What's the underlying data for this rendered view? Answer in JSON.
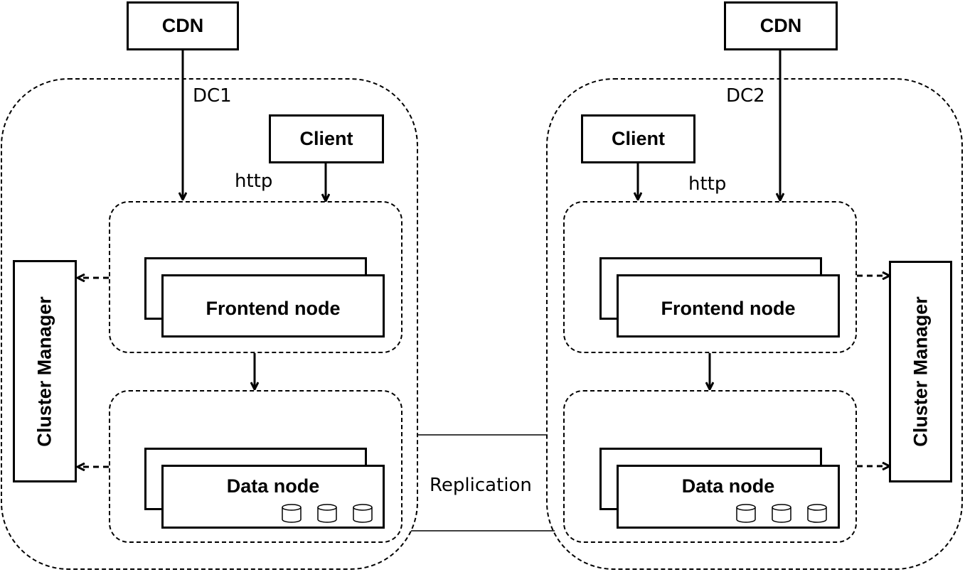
{
  "diagram": {
    "dc1": {
      "label": "DC1",
      "cdn": "CDN",
      "client": "Client",
      "http": "http",
      "frontend": "Frontend node",
      "data": "Data node",
      "cluster_manager": "Cluster Manager"
    },
    "dc2": {
      "label": "DC2",
      "cdn": "CDN",
      "client": "Client",
      "http": "http",
      "frontend": "Frontend node",
      "data": "Data node",
      "cluster_manager": "Cluster Manager"
    },
    "replication": "Replication",
    "icons": {
      "storage": "database-cylinder-icon"
    }
  }
}
